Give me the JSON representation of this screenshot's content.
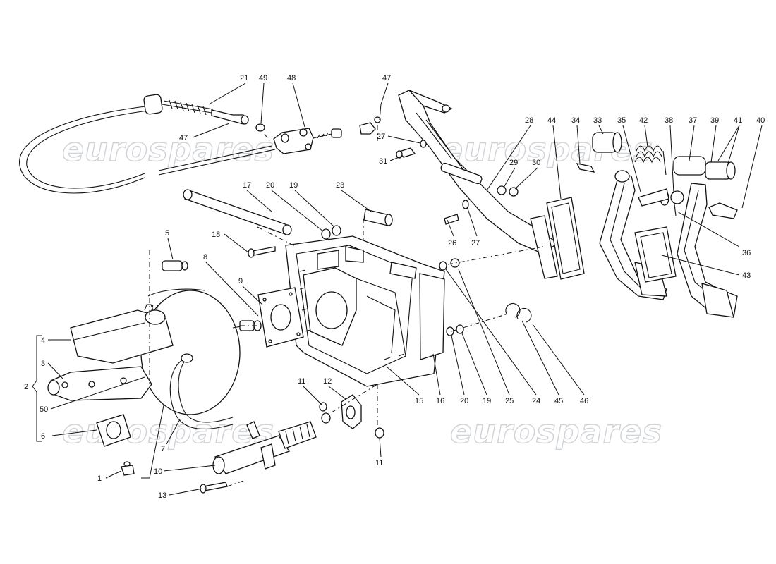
{
  "watermarks": [
    "eurospares",
    "eurospares",
    "eurospares",
    "eurospares"
  ],
  "callouts": [
    "21",
    "49",
    "48",
    "47",
    "47",
    "27",
    "31",
    "28",
    "44",
    "34",
    "33",
    "35",
    "42",
    "38",
    "37",
    "39",
    "41",
    "40",
    "29",
    "30",
    "17",
    "20",
    "19",
    "23",
    "18",
    "26",
    "27",
    "8",
    "5",
    "9",
    "36",
    "43",
    "4",
    "3",
    "2",
    "50",
    "6",
    "7",
    "1",
    "10",
    "13",
    "11",
    "12",
    "11",
    "15",
    "16",
    "20",
    "19",
    "25",
    "24",
    "45",
    "46"
  ],
  "colors": {
    "ink": "#111111",
    "watermark": "#cfd2d6",
    "background": "#ffffff"
  }
}
